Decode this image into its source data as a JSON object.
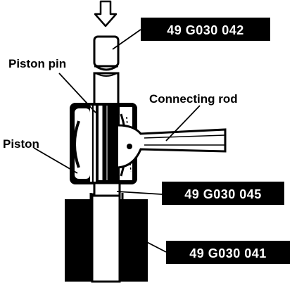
{
  "labels": {
    "piston_pin": "Piston pin",
    "piston": "Piston",
    "connecting_rod": "Connecting rod"
  },
  "tools": {
    "top": "49 G030 042",
    "middle": "49 G030 045",
    "bottom": "49 G030 041"
  },
  "icons": {
    "press_arrow": "down-arrow-icon"
  },
  "colors": {
    "ink": "#000000",
    "paper": "#ffffff"
  }
}
